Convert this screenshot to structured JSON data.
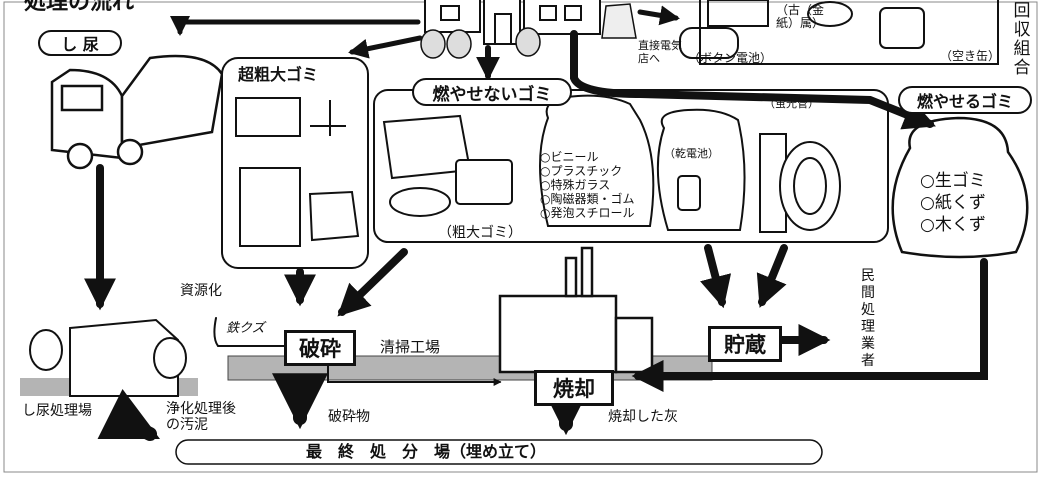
{
  "labels": {
    "title_partial": "処理の流れ",
    "night_soil": "し 尿",
    "super_bulky": "超粗大ゴミ",
    "non_burnable": "燃やせないゴミ",
    "burnable": "燃やせるゴミ",
    "bulky": "（粗大ゴミ）",
    "dry_battery": "（乾電池）",
    "fluorescent": "（蛍光管）",
    "button_battery": "（ボタン電池）",
    "retailer_line1": "直接電気",
    "retailer_line2": "店へ",
    "newspaper": "（古紙）",
    "metal": "（金属）",
    "empty_cans": "（空き缶）",
    "union": "回収組合",
    "recycling": "資源化",
    "iron_scrap": "鉄クズ",
    "crushing": "破砕",
    "cleaning_plant": "清掃工場",
    "incineration": "焼却",
    "storage": "貯蔵",
    "private_processor": "民間処理業者",
    "night_soil_plant": "し尿処理場",
    "sludge_line1": "浄化処理後",
    "sludge_line2": "の汚泥",
    "crushed_material": "破砕物",
    "incinerated_ash": "焼却した灰",
    "landfill": "最　終　処　分　場（埋め立て）"
  },
  "non_burnable_items": [
    "○ビニール",
    "○プラスチック",
    "○特殊ガラス",
    "○陶磁器類・ゴム",
    "○発泡スチロール"
  ],
  "burnable_items": [
    "○生ゴミ",
    "○紙くず",
    "○木くず"
  ],
  "colors": {
    "ground": "#b4b4b4",
    "ink": "#111111",
    "paper": "#ffffff"
  },
  "icons": [
    "house-icon",
    "garbage-bag-icon",
    "tanker-truck-icon",
    "furniture-icon",
    "factory-icon",
    "battery-icon",
    "fluorescent-tube-icon",
    "night-soil-plant-icon"
  ]
}
